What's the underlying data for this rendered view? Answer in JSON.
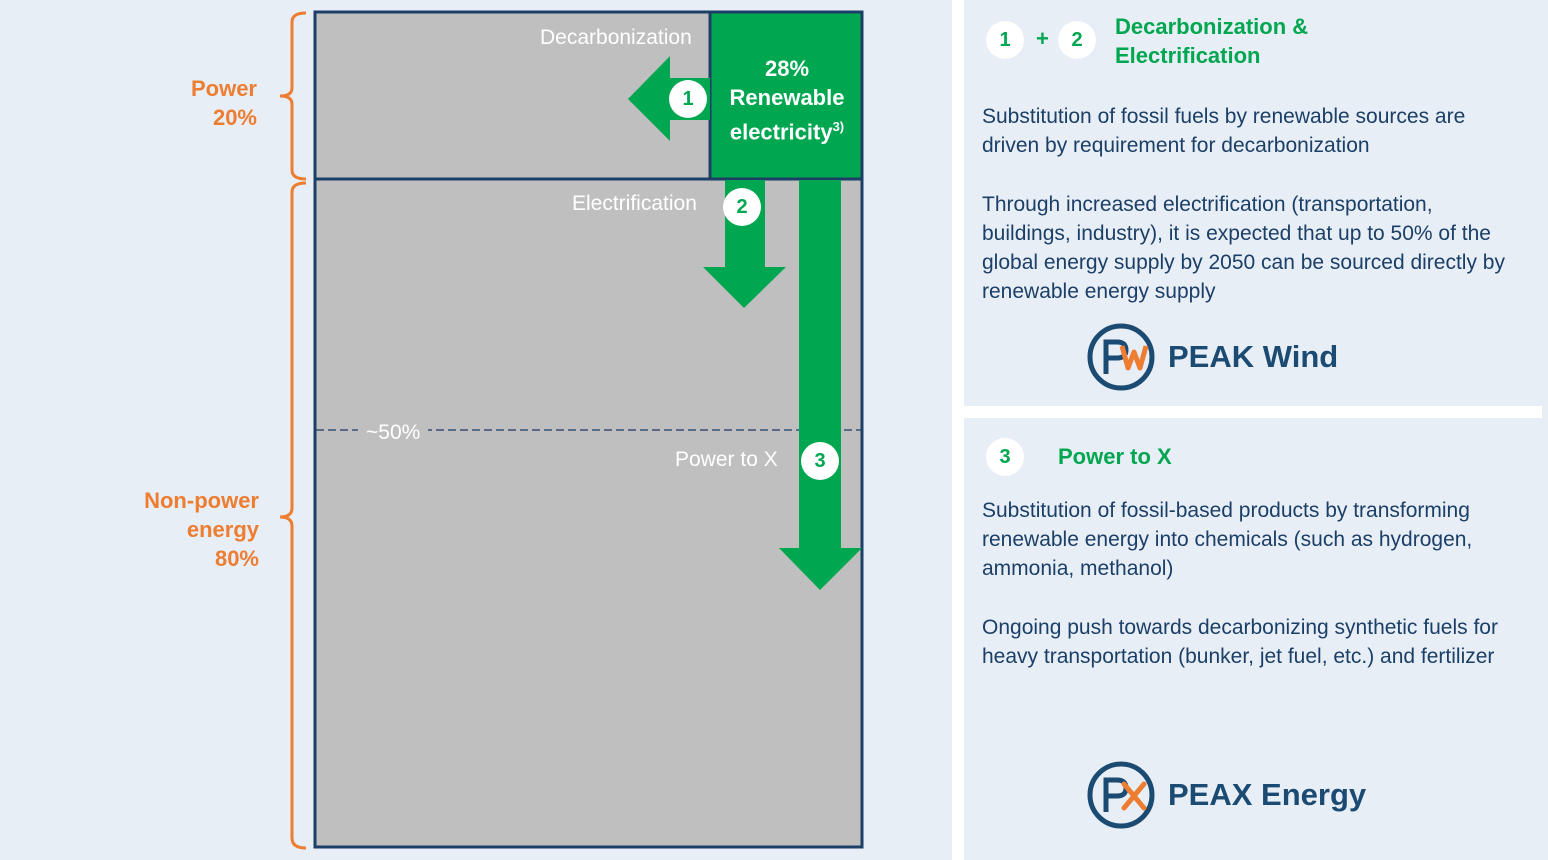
{
  "left_labels": {
    "power_line1": "Power",
    "power_line2": "20%",
    "nonpower_line1": "Non-power",
    "nonpower_line2": "energy",
    "nonpower_line3": "80%"
  },
  "diagram": {
    "decarbonization": "Decarbonization",
    "renewable_pct": "28%",
    "renewable_line1": "Renewable",
    "renewable_line2": "electricity",
    "renewable_sup": "3)",
    "electrification": "Electrification",
    "approx_50": "~50%",
    "power_to_x": "Power to X",
    "step1": "1",
    "step2": "2",
    "step3": "3"
  },
  "panel1": {
    "num_a": "1",
    "plus": "+",
    "num_b": "2",
    "title_line1": "Decarbonization &",
    "title_line2": "Electrification",
    "para1": "Substitution of fossil fuels by renewable sources are driven by requirement for decarbonization",
    "para2": "Through increased electrification (transportation, buildings, industry), it is expected that up to 50% of the global energy supply by 2050 can be sourced directly by renewable energy supply",
    "logo_text": "PEAK Wind"
  },
  "panel2": {
    "num": "3",
    "title": "Power to X",
    "para1": "Substitution of fossil-based products by transforming renewable energy into chemicals (such as hydrogen, ammonia, methanol)",
    "para2": "Ongoing push towards decarbonizing synthetic fuels for heavy transportation (bunker, jet fuel, etc.) and fertilizer",
    "logo_text": "PEAX Energy"
  },
  "colors": {
    "green": "#00a650",
    "orange": "#ed7d31",
    "navy": "#1b3f66",
    "gray": "#bfbfbf"
  }
}
